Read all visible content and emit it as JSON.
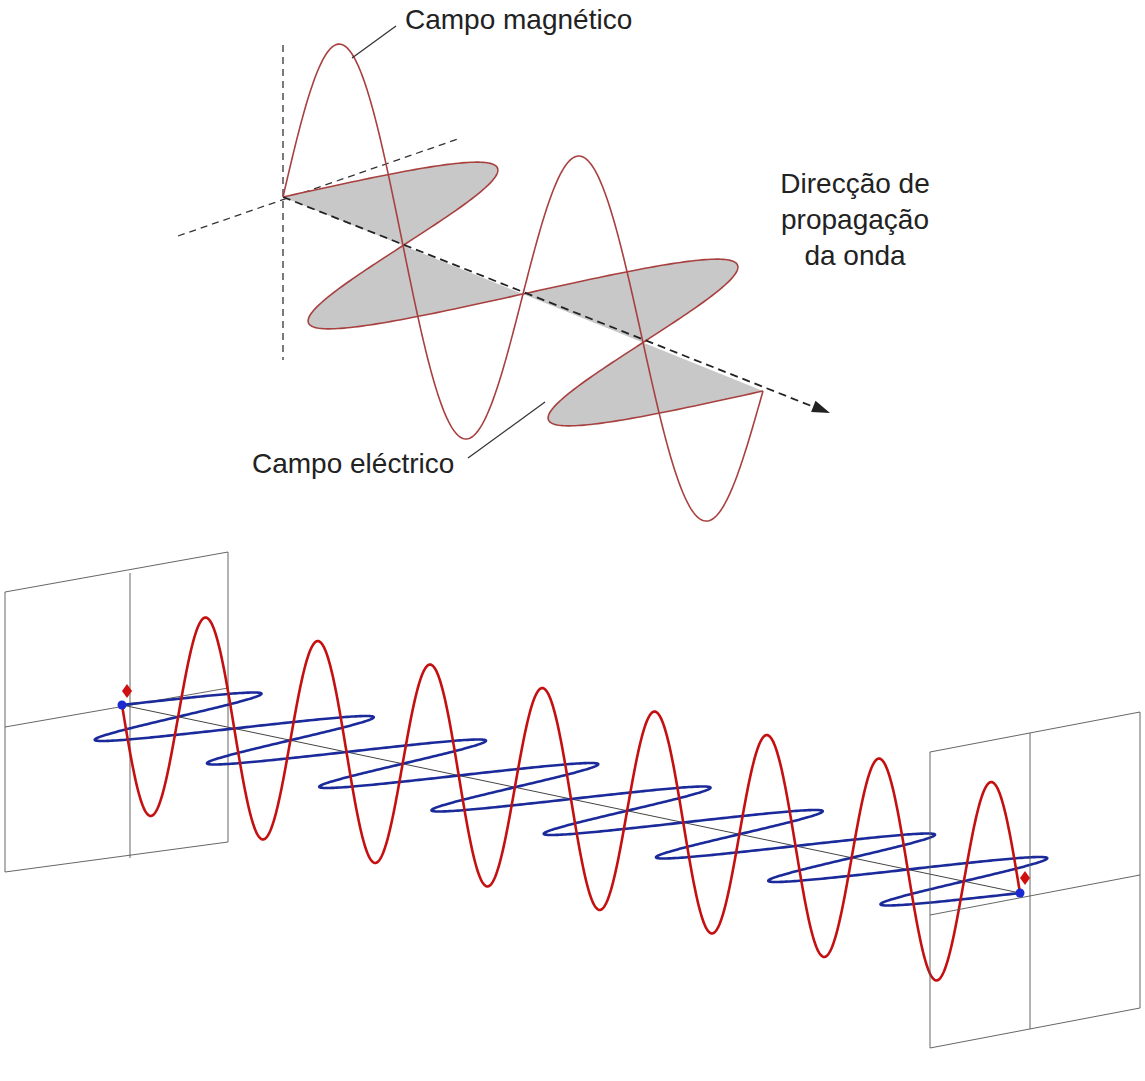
{
  "diagram": {
    "labels": [
      "Campo magnético",
      "Direcção de propagação da onda",
      "Campo eléctrico"
    ]
  }
}
